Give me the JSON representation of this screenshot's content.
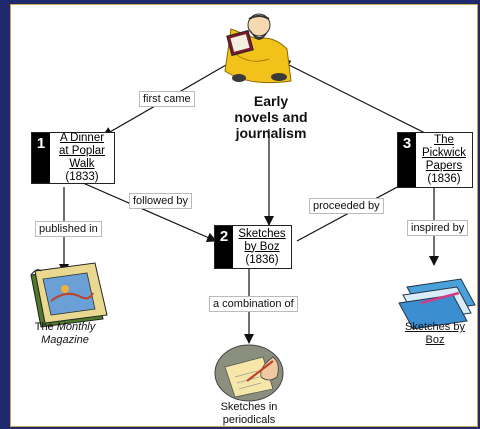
{
  "center": {
    "title_lines": [
      "Early",
      "novels and",
      "journalism"
    ]
  },
  "nodes": {
    "dinner": {
      "number": "1",
      "lines": [
        "A Dinner",
        "at Poplar",
        "Walk"
      ],
      "year": "(1833)"
    },
    "sketches": {
      "number": "2",
      "lines": [
        "Sketches",
        "by Boz"
      ],
      "year": "(1836)"
    },
    "pickwick": {
      "number": "3",
      "lines": [
        "The",
        "Pickwick",
        "Papers"
      ],
      "year": "(1836)"
    }
  },
  "edges": {
    "first_came": "first came",
    "followed_by": "followed by",
    "proceeded_by": "proceeded by",
    "published_in": "published in",
    "a_combination_of": "a combination of",
    "inspired_by": "inspired by"
  },
  "captions": {
    "monthly": {
      "prefix": "The ",
      "italic1": "Monthly",
      "italic2": "Magazine"
    },
    "periodicals": [
      "Sketches in",
      "periodicals"
    ],
    "sketches_by_boz": [
      "Sketches by",
      "Boz"
    ]
  },
  "colors": {
    "frame": "#1f2a6e",
    "border_gold": "#c8a84a",
    "node_number_bg": "#000000"
  }
}
